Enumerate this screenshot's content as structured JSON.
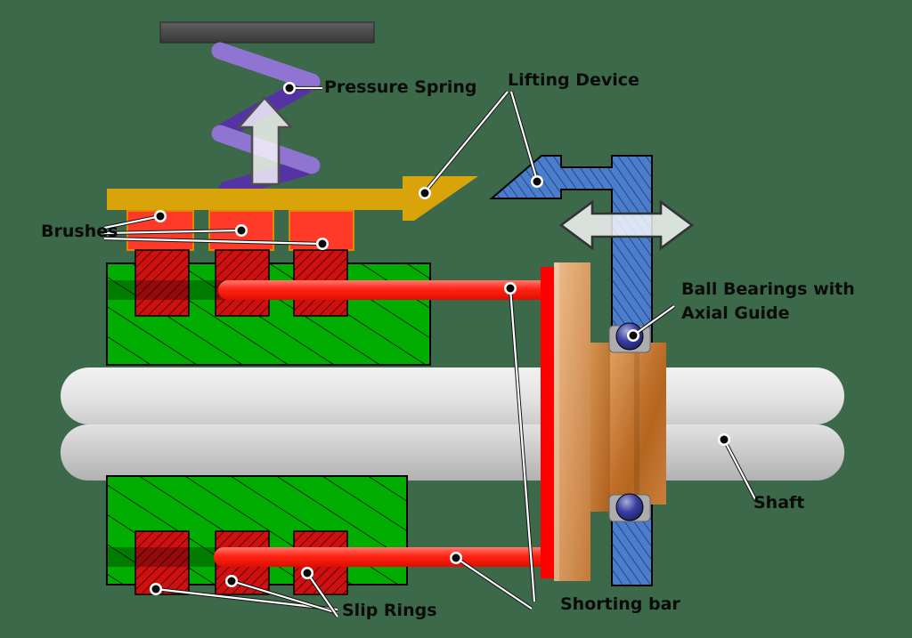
{
  "diagram": {
    "subject": "brush-lifting-device-cross-section",
    "labels": {
      "pressure_spring": "Pressure Spring",
      "lifting_device": "Lifting Device",
      "brushes": "Brushes",
      "ball_bearings_line1": "Ball Bearings with",
      "ball_bearings_line2": "Axial Guide",
      "shaft": "Shaft",
      "slip_rings": "Slip Rings",
      "shorting_bar": "Shorting bar"
    }
  },
  "colors": {
    "bg": "#3C694A",
    "yellow": "#D8A40A",
    "brush": "#FF3A28",
    "brushEdge": "#E08900",
    "darkred": "#CF1010",
    "green": "#00AD00",
    "blue": "#4A7DCB",
    "red": "#FF0000",
    "copper": "#C8813F",
    "shaft": "#D9D9D9",
    "springLight": "#8F74D2",
    "springDark": "#5633A4",
    "ballNavy": "#23277E",
    "socketGray": "#ADADAD",
    "ceiling": "#434343",
    "labelText": "#0B0B0B"
  }
}
